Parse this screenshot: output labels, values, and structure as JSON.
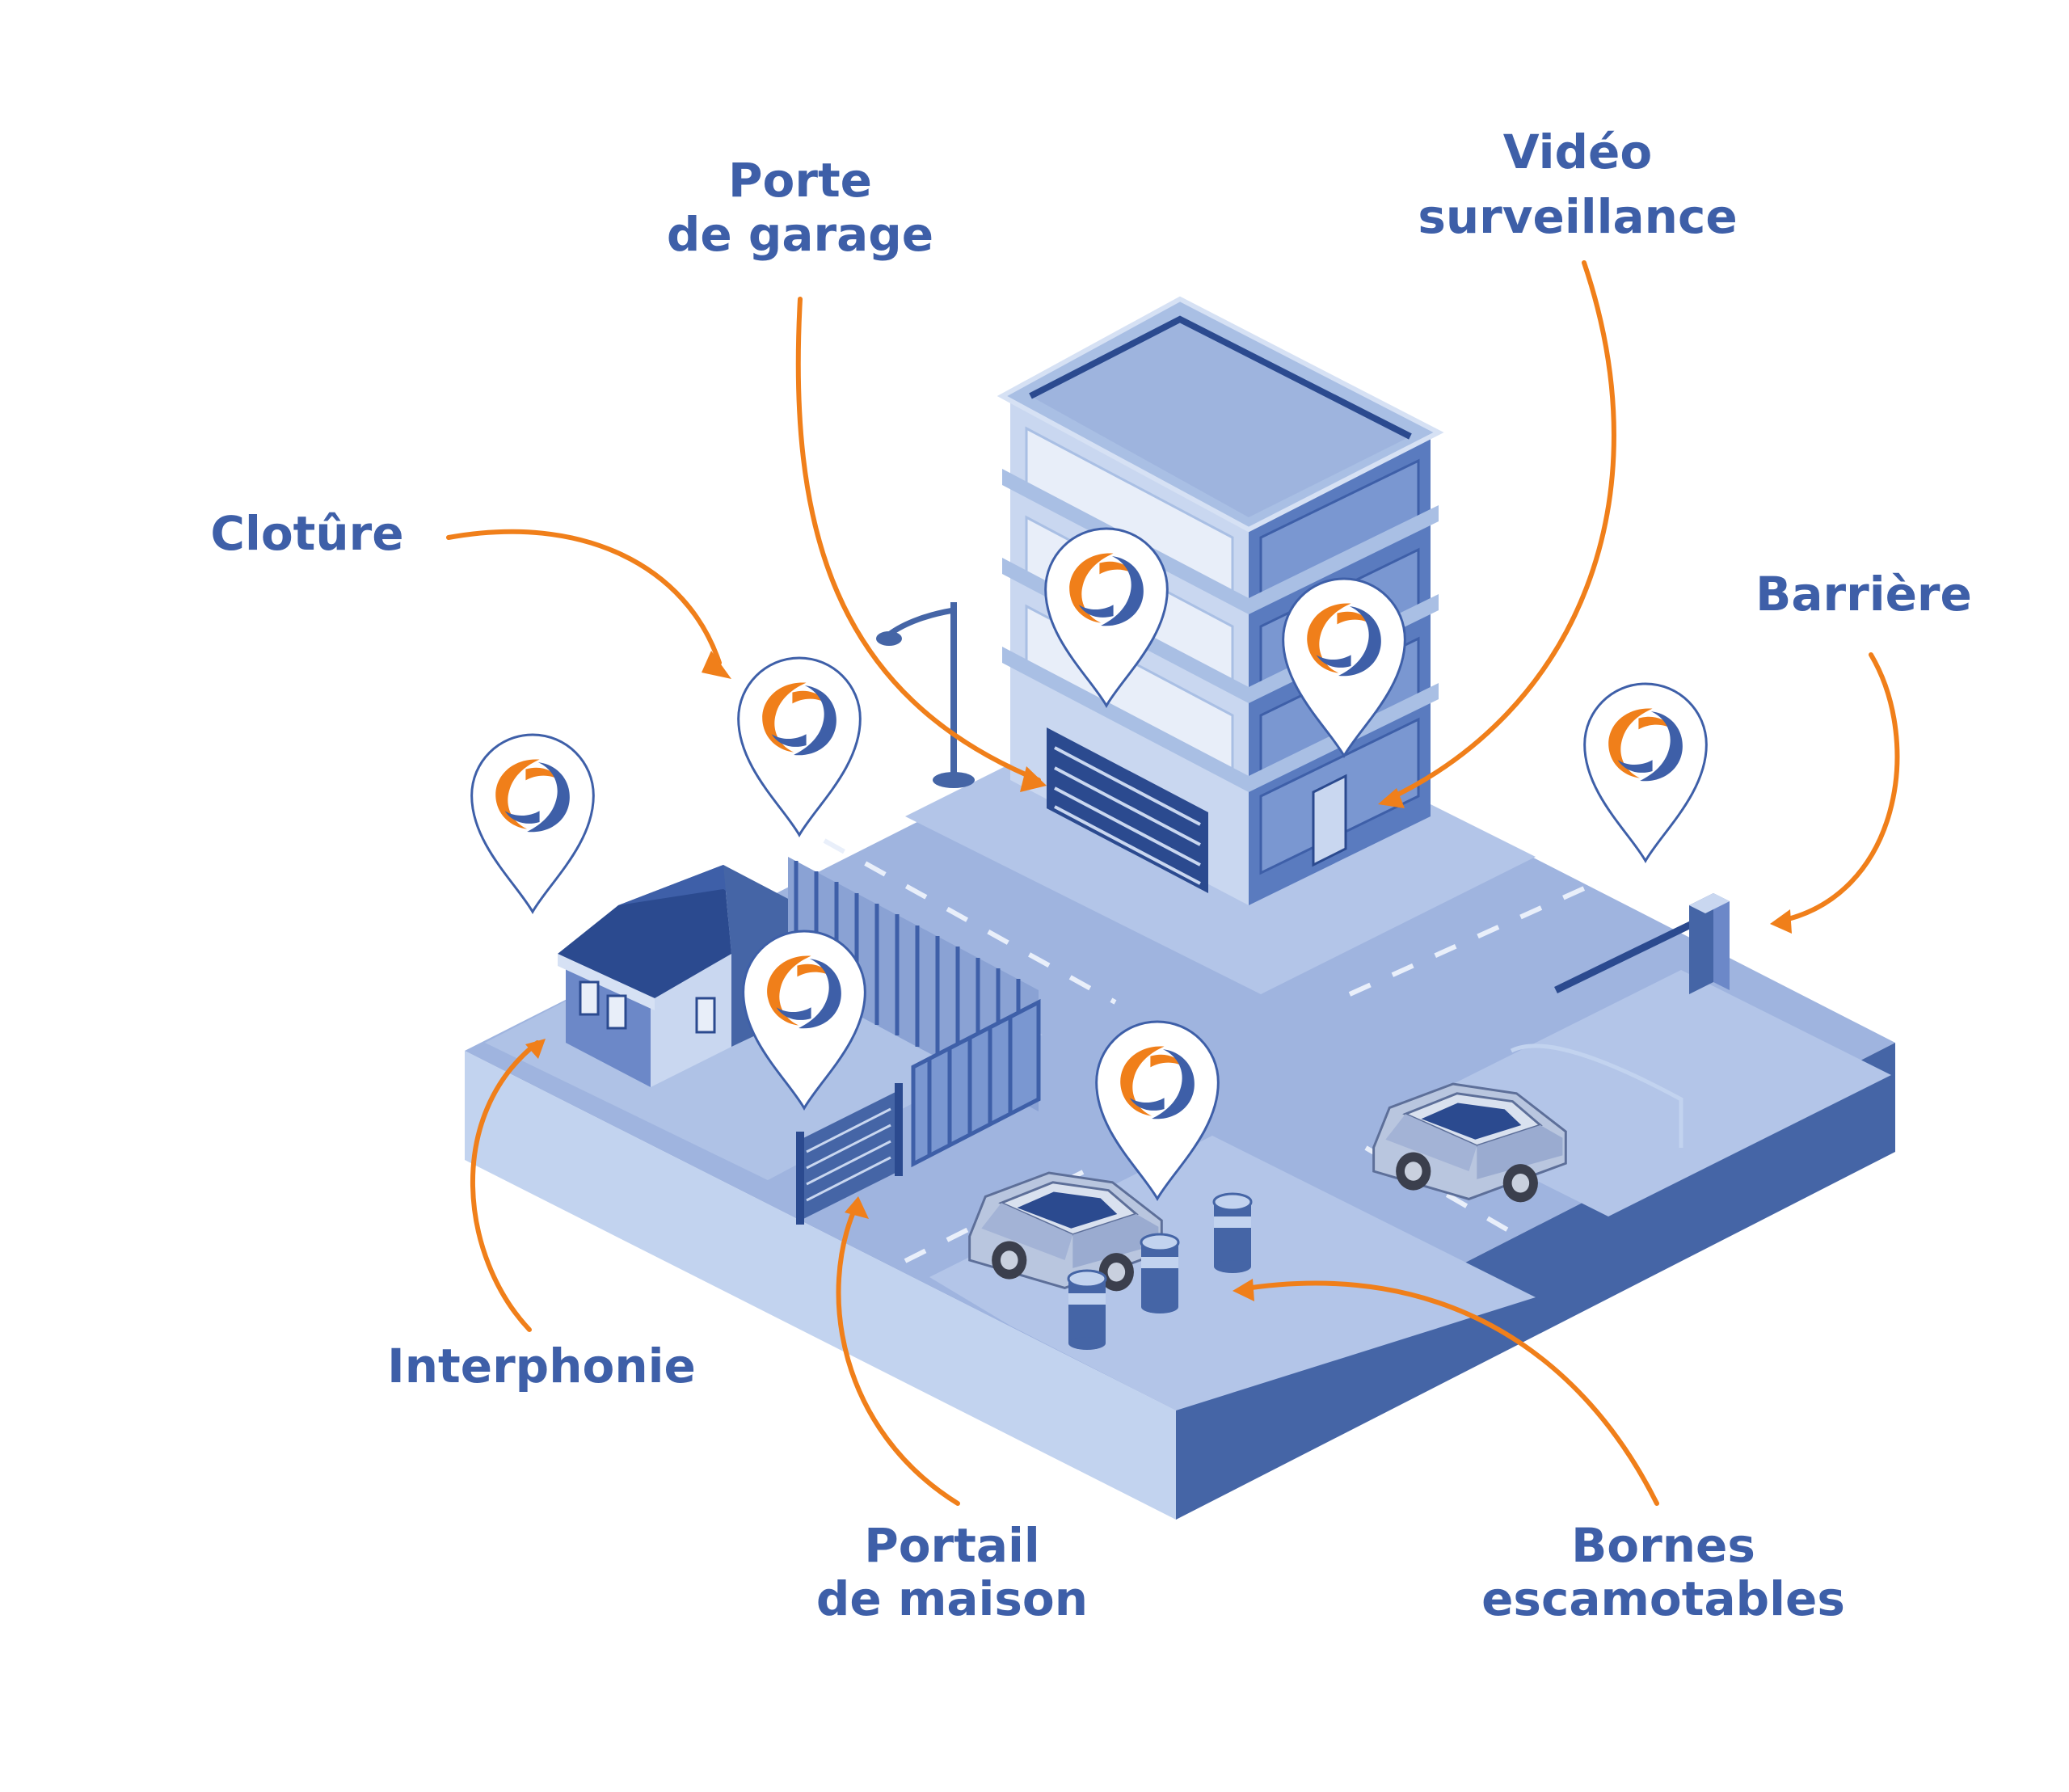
{
  "labels": {
    "porte_garage": [
      "Porte",
      "de garage"
    ],
    "video": [
      "Vidéo",
      "surveillance"
    ],
    "cloture": [
      "Clotûre"
    ],
    "barriere": [
      "Barrière"
    ],
    "interphonie": [
      "Interphonie"
    ],
    "portail": [
      "Portail",
      "de maison"
    ],
    "bornes": [
      "Bornes",
      "escamotables"
    ]
  },
  "colors": {
    "label_text": "#3e5fa8",
    "arrow": "#f07f1a",
    "ground_top": "#9fb4df",
    "ground_front": "#c2d3ef",
    "ground_side": "#4565a6",
    "building": "#a9bfe4",
    "dark_blue": "#2b4a8f"
  },
  "icons": [
    "map-pin-icon",
    "brand-logo-icon",
    "street-lamp-icon",
    "car-icon",
    "bollard-icon",
    "barrier-icon"
  ]
}
